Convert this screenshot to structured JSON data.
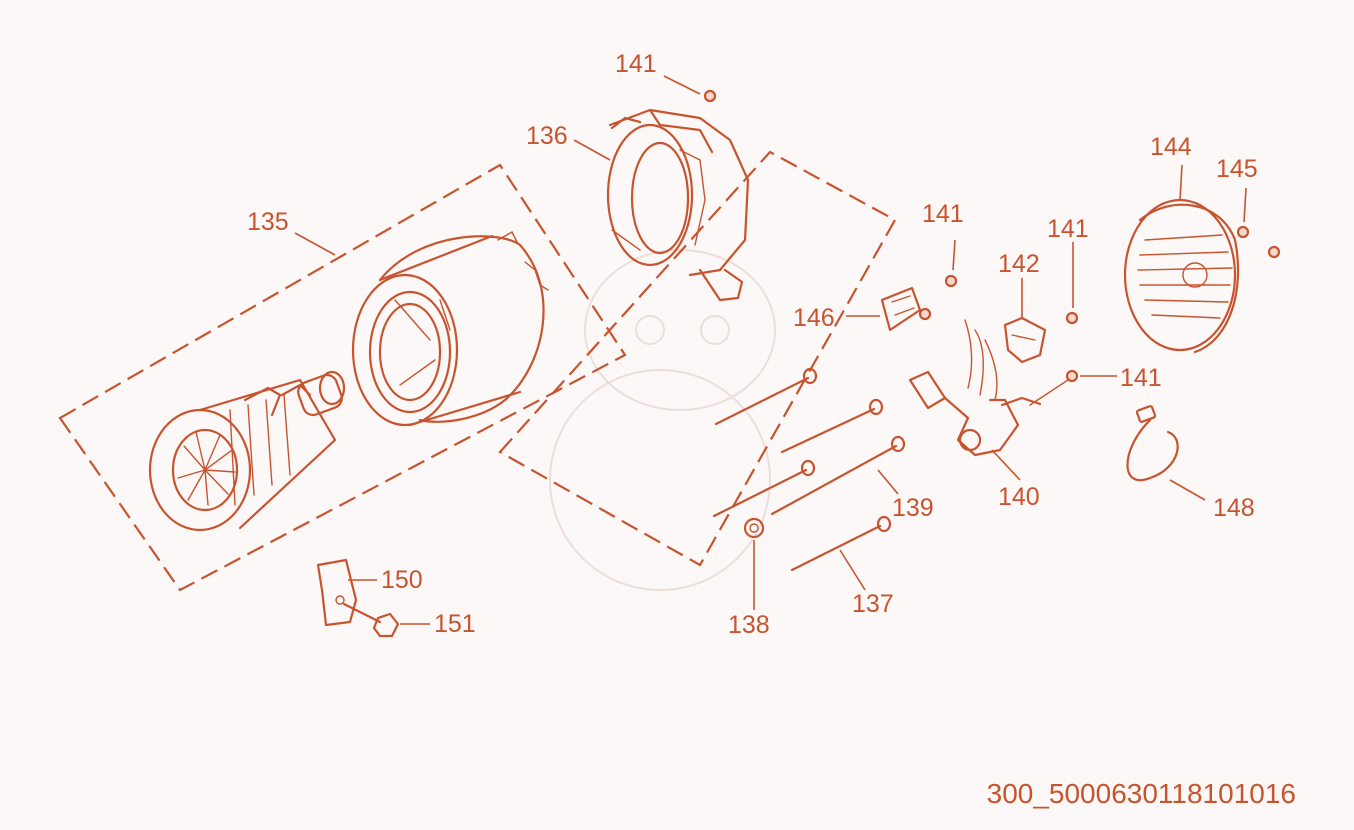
{
  "labels": {
    "p135": "135",
    "p136": "136",
    "p137": "137",
    "p138": "138",
    "p139": "139",
    "p140": "140",
    "p141": "141",
    "p142": "142",
    "p144": "144",
    "p145": "145",
    "p146": "146",
    "p148": "148",
    "p150": "150",
    "p151": "151"
  },
  "drawing_code": "300_5000630118101016",
  "colors": {
    "line": "#c8542f",
    "background": "#fbf8f7"
  }
}
